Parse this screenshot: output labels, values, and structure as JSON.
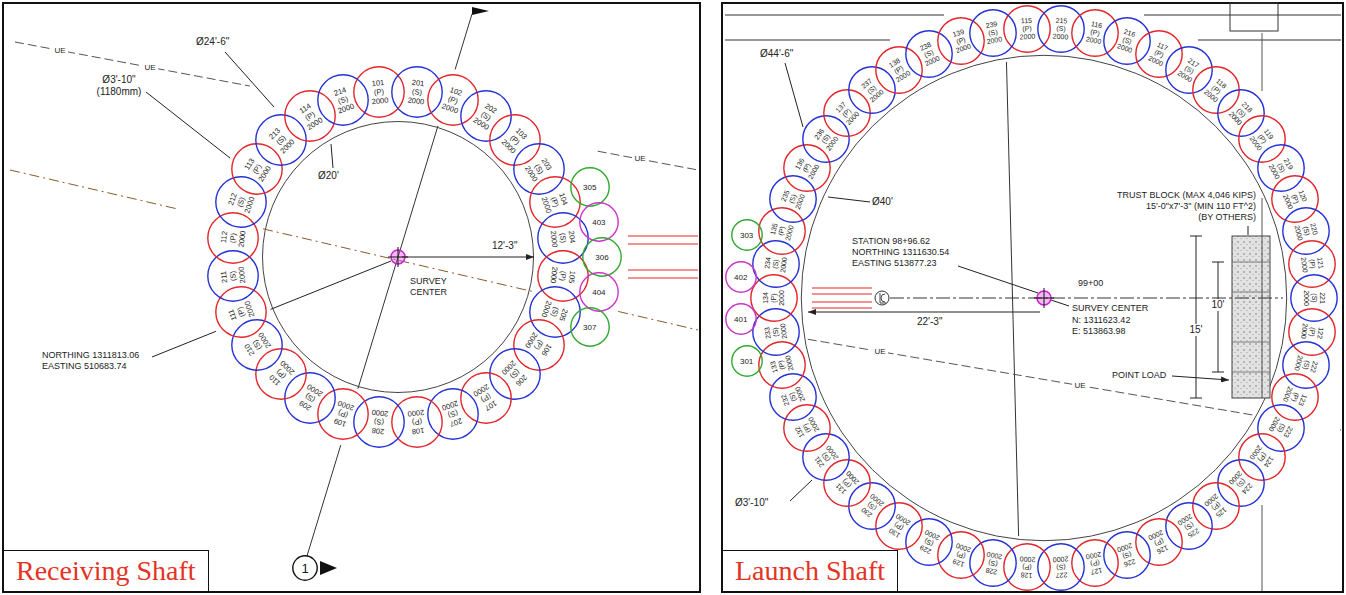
{
  "diagram": {
    "nodes": [
      {
        "text": [
          "101",
          "(P)",
          "2000"
        ]
      },
      {
        "text": [
          "201",
          "(S)",
          "2000"
        ]
      },
      {
        "text": [
          "102",
          "(P)",
          "2000"
        ]
      },
      {
        "text": [
          "202",
          "(S)",
          "2000"
        ]
      },
      {
        "text": [
          "103",
          "(P)",
          "2000"
        ]
      },
      {
        "text": [
          "203",
          "(S)",
          "2000"
        ]
      },
      {
        "text": [
          "104",
          "(P)",
          "2000"
        ]
      },
      {
        "text": [
          "204",
          "(S)",
          "2000"
        ]
      },
      {
        "text": [
          "105",
          "(P)",
          "2000"
        ]
      },
      {
        "text": [
          "205",
          "(S)",
          "2000"
        ]
      },
      {
        "text": [
          "106",
          "(P)",
          "2000"
        ]
      },
      {
        "text": [
          "206",
          "(S)",
          "2000"
        ]
      },
      {
        "text": [
          "107",
          "(P)",
          "2000"
        ]
      },
      {
        "text": [
          "207",
          "(S)",
          "2000"
        ]
      },
      {
        "text": [
          "108",
          "(P)",
          "2000"
        ]
      },
      {
        "text": [
          "208",
          "(S)",
          "2000"
        ]
      },
      {
        "text": [
          "109",
          "(P)",
          "2000"
        ]
      },
      {
        "text": [
          "209",
          "(S)",
          "2000"
        ]
      },
      {
        "text": [
          "110",
          "(P)",
          "2000"
        ]
      },
      {
        "text": [
          "210",
          "(S)",
          "2000"
        ]
      },
      {
        "text": [
          "111",
          "(P)",
          "2000"
        ]
      },
      {
        "text": [
          "211",
          "(S)",
          "2000"
        ]
      },
      {
        "text": [
          "112",
          "(P)",
          "2000"
        ]
      },
      {
        "text": [
          "212",
          "(S)",
          "2000"
        ]
      },
      {
        "text": [
          "113",
          "(P)",
          "2000"
        ]
      },
      {
        "text": [
          "213",
          "(S)",
          "2000"
        ]
      },
      {
        "text": [
          "114",
          "(P)",
          "2000"
        ]
      },
      {
        "text": [
          "214",
          "(S)",
          "2000"
        ]
      },
      {
        "text": [
          "305"
        ]
      },
      {
        "text": [
          "403"
        ]
      },
      {
        "text": [
          "306"
        ]
      },
      {
        "text": [
          "404"
        ]
      },
      {
        "text": [
          "307"
        ]
      },
      {
        "text": [
          "1"
        ]
      },
      {
        "text": [
          "Receiving Shaft"
        ]
      },
      {
        "text": [
          "115",
          "(P)",
          "2000"
        ]
      },
      {
        "text": [
          "215",
          "(S)",
          "2000"
        ]
      },
      {
        "text": [
          "116",
          "(P)",
          "2000"
        ]
      },
      {
        "text": [
          "216",
          "(S)",
          "2000"
        ]
      },
      {
        "text": [
          "117",
          "(P)",
          "2000"
        ]
      },
      {
        "text": [
          "217",
          "(S)",
          "2000"
        ]
      },
      {
        "text": [
          "118",
          "(P)",
          "2000"
        ]
      },
      {
        "text": [
          "218",
          "(S)",
          "2000"
        ]
      },
      {
        "text": [
          "119",
          "(P)",
          "2000"
        ]
      },
      {
        "text": [
          "219",
          "(S)",
          "2000"
        ]
      },
      {
        "text": [
          "120",
          "(P)",
          "2000"
        ]
      },
      {
        "text": [
          "220",
          "(S)",
          "2000"
        ]
      },
      {
        "text": [
          "121",
          "(P)",
          "2000"
        ]
      },
      {
        "text": [
          "221",
          "(S)",
          "2000"
        ]
      },
      {
        "text": [
          "122",
          "(P)",
          "2000"
        ]
      },
      {
        "text": [
          "222",
          "(S)",
          "2000"
        ]
      },
      {
        "text": [
          "123",
          "(P)",
          "2000"
        ]
      },
      {
        "text": [
          "223",
          "(S)",
          "2000"
        ]
      },
      {
        "text": [
          "124",
          "(P)",
          "2000"
        ]
      },
      {
        "text": [
          "224",
          "(S)",
          "2000"
        ]
      },
      {
        "text": [
          "125",
          "(P)",
          "2000"
        ]
      },
      {
        "text": [
          "225",
          "(S)",
          "2000"
        ]
      },
      {
        "text": [
          "126",
          "(P)",
          "2000"
        ]
      },
      {
        "text": [
          "226",
          "(S)",
          "2000"
        ]
      },
      {
        "text": [
          "127",
          "(P)",
          "2000"
        ]
      },
      {
        "text": [
          "227",
          "(S)",
          "2000"
        ]
      },
      {
        "text": [
          "128",
          "(P)",
          "2000"
        ]
      },
      {
        "text": [
          "228",
          "(S)",
          "2000"
        ]
      },
      {
        "text": [
          "129",
          "(P)",
          "2000"
        ]
      },
      {
        "text": [
          "229",
          "(S)",
          "2000"
        ]
      },
      {
        "text": [
          "130",
          "(P)",
          "2000"
        ]
      },
      {
        "text": [
          "230",
          "(S)",
          "2000"
        ]
      },
      {
        "text": [
          "131",
          "(P)",
          "2000"
        ]
      },
      {
        "text": [
          "231",
          "(S)",
          "2000"
        ]
      },
      {
        "text": [
          "132",
          "(P)",
          "2000"
        ]
      },
      {
        "text": [
          "232",
          "(S)",
          "2000"
        ]
      },
      {
        "text": [
          "133",
          "(P)",
          "2000"
        ]
      },
      {
        "text": [
          "233",
          "(S)",
          "2000"
        ]
      },
      {
        "text": [
          "134",
          "(P)",
          "2000"
        ]
      },
      {
        "text": [
          "234",
          "(S)",
          "2000"
        ]
      },
      {
        "text": [
          "135",
          "(P)",
          "2000"
        ]
      },
      {
        "text": [
          "235",
          "(S)",
          "2000"
        ]
      },
      {
        "text": [
          "136",
          "(P)",
          "2000"
        ]
      },
      {
        "text": [
          "236",
          "(S)",
          "2000"
        ]
      },
      {
        "text": [
          "137",
          "(P)",
          "2000"
        ]
      },
      {
        "text": [
          "237",
          "(S)",
          "2000"
        ]
      },
      {
        "text": [
          "138",
          "(P)",
          "2000"
        ]
      },
      {
        "text": [
          "238",
          "(S)",
          "2000"
        ]
      },
      {
        "text": [
          "139",
          "(P)",
          "2000"
        ]
      },
      {
        "text": [
          "239",
          "(S)",
          "2000"
        ]
      },
      {
        "text": [
          "303"
        ]
      },
      {
        "text": [
          "402"
        ]
      },
      {
        "text": [
          "401"
        ]
      },
      {
        "text": [
          "301"
        ]
      },
      {
        "text": [
          "Launch Shaft"
        ]
      }
    ],
    "labels": [
      "Ø24'-6\"",
      "Ø3'-10\" (1180mm)",
      "Ø20'",
      "12'-3\"",
      "SURVEY CENTER",
      "NORTHING 1311813.06 EASTING 510683.74",
      "UE",
      "UE",
      "UE",
      "Ø44'-6\"",
      "Ø40'",
      "STATION 98+96.62 NORTHING 1311630.54 EASTING 513877.23",
      "99+00",
      "SURVEY CENTER",
      "N: 1311623.42 E: 513863.98",
      "22'-3\"",
      "TRUST BLOCK (MAX 4,046 KIPS)",
      "15'-0\"x7'-3\" (MIN 110 FT^2) (BY OTHERS)",
      "15'",
      "10'",
      "POINT LOAD",
      "Ø3'-10\"",
      "UE",
      "UE"
    ]
  }
}
